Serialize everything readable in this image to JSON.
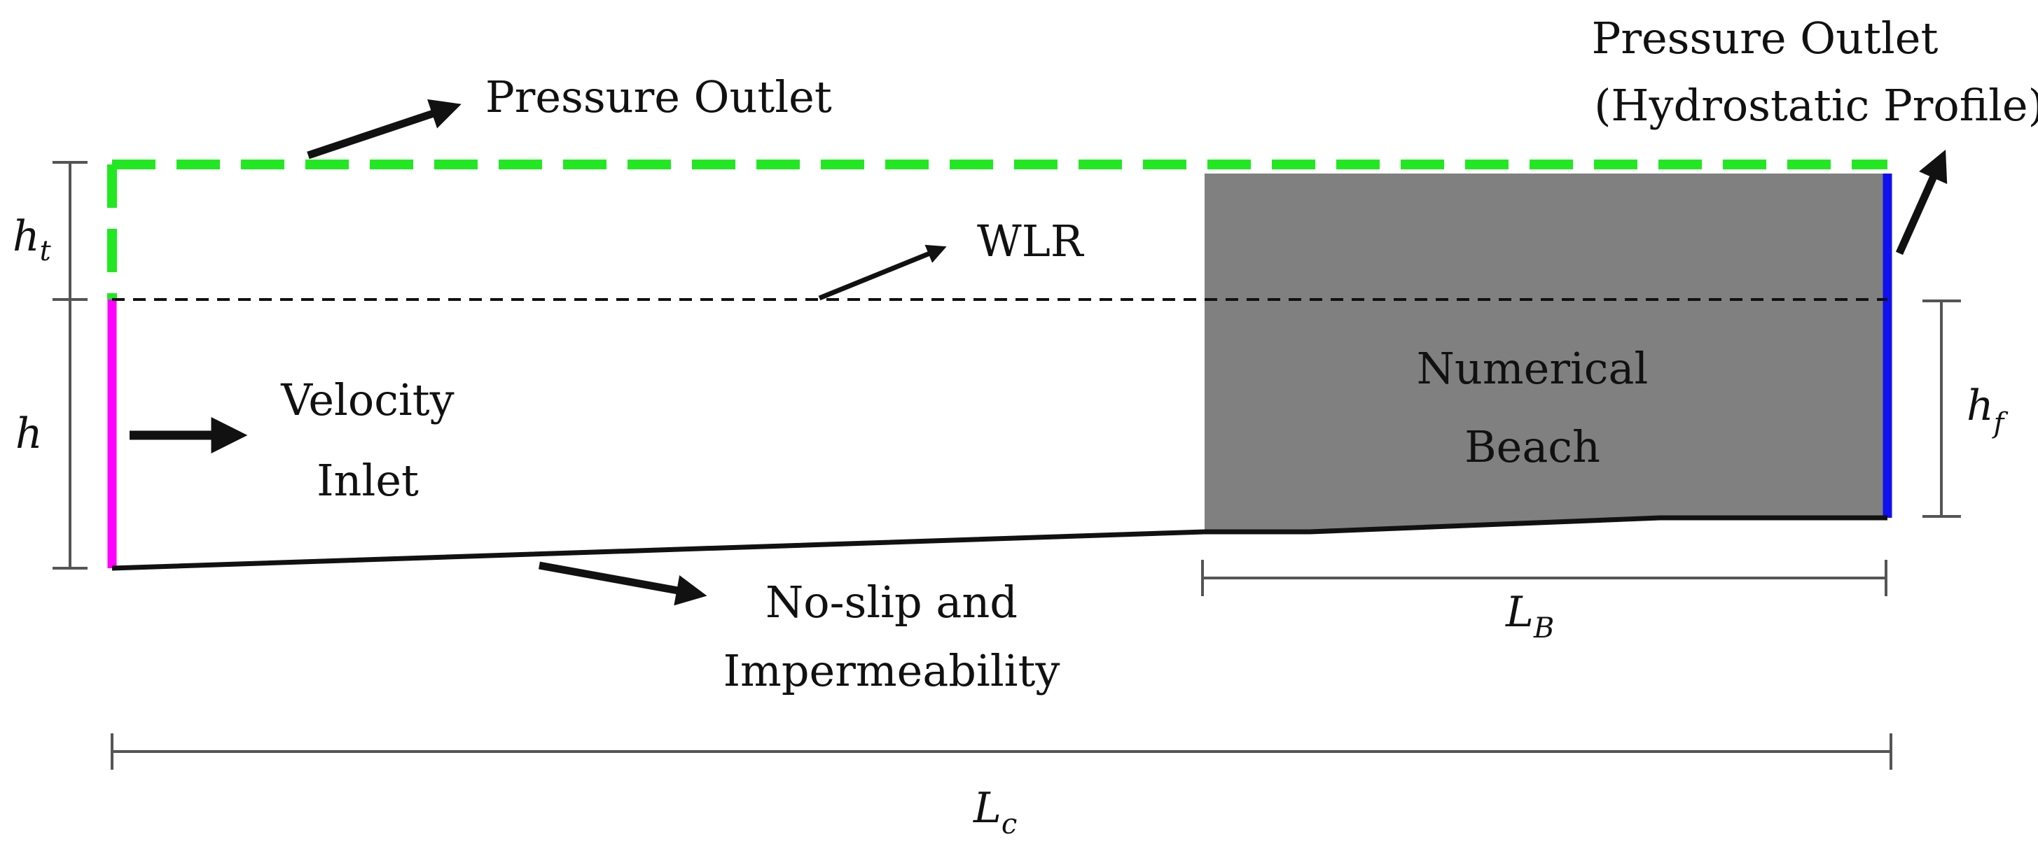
{
  "labels": {
    "pressure_outlet_top": "Pressure Outlet",
    "pressure_outlet_right_line1": "Pressure Outlet",
    "pressure_outlet_right_line2": "(Hydrostatic Profile)",
    "wlr": "WLR",
    "velocity_inlet_line1": "Velocity",
    "velocity_inlet_line2": "Inlet",
    "numerical_beach_line1": "Numerical",
    "numerical_beach_line2": "Beach",
    "no_slip_line1": "No-slip and",
    "no_slip_line2": "Impermeability"
  },
  "dimensions": {
    "ht_base": "h",
    "ht_sub": "t",
    "h": "h",
    "hf_base": "h",
    "hf_sub": "f",
    "lb_base": "L",
    "lb_sub": "B",
    "lc_base": "L",
    "lc_sub": "c"
  },
  "colors": {
    "pressure_outlet": "#22e822",
    "velocity_inlet": "#ff00ff",
    "outlet_wall": "#1010ee",
    "beach": "#808080",
    "line": "#111111",
    "dim_line": "#555555"
  }
}
